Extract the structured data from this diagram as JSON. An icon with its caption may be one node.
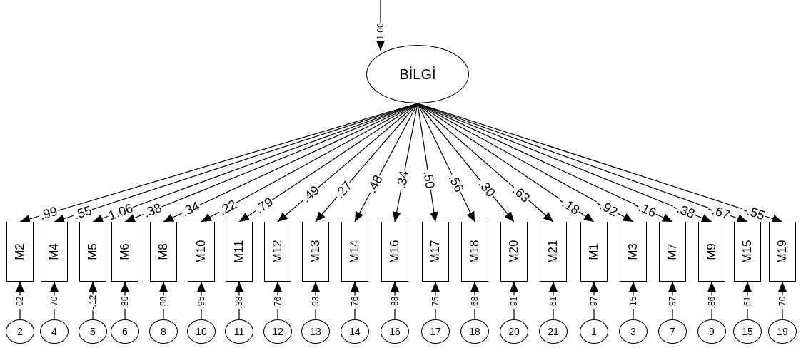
{
  "diagram": {
    "nodes": [
      {
        "text": [
          "BİLGİ"
        ]
      },
      {
        "text": [
          "M2"
        ]
      },
      {
        "text": [
          "M4"
        ]
      },
      {
        "text": [
          "M5"
        ]
      },
      {
        "text": [
          "M6"
        ]
      },
      {
        "text": [
          "M8"
        ]
      },
      {
        "text": [
          "M10"
        ]
      },
      {
        "text": [
          "M11"
        ]
      },
      {
        "text": [
          "M12"
        ]
      },
      {
        "text": [
          "M13"
        ]
      },
      {
        "text": [
          "M14"
        ]
      },
      {
        "text": [
          "M16"
        ]
      },
      {
        "text": [
          "M17"
        ]
      },
      {
        "text": [
          "M18"
        ]
      },
      {
        "text": [
          "M20"
        ]
      },
      {
        "text": [
          "M21"
        ]
      },
      {
        "text": [
          "M1"
        ]
      },
      {
        "text": [
          "M3"
        ]
      },
      {
        "text": [
          "M7"
        ]
      },
      {
        "text": [
          "M9"
        ]
      },
      {
        "text": [
          "M15"
        ]
      },
      {
        "text": [
          "M19"
        ]
      },
      {
        "text": [
          "2"
        ]
      },
      {
        "text": [
          "4"
        ]
      },
      {
        "text": [
          "5"
        ]
      },
      {
        "text": [
          "6"
        ]
      },
      {
        "text": [
          "8"
        ]
      },
      {
        "text": [
          "10"
        ]
      },
      {
        "text": [
          "11"
        ]
      },
      {
        "text": [
          "12"
        ]
      },
      {
        "text": [
          "13"
        ]
      },
      {
        "text": [
          "14"
        ]
      },
      {
        "text": [
          "16"
        ]
      },
      {
        "text": [
          "17"
        ]
      },
      {
        "text": [
          "18"
        ]
      },
      {
        "text": [
          "20"
        ]
      },
      {
        "text": [
          "21"
        ]
      },
      {
        "text": [
          "1"
        ]
      },
      {
        "text": [
          "3"
        ]
      },
      {
        "text": [
          "7"
        ]
      },
      {
        "text": [
          "9"
        ]
      },
      {
        "text": [
          "15"
        ]
      },
      {
        "text": [
          "19"
        ]
      }
    ],
    "edges": [
      {
        "from": null,
        "to": 0,
        "arrow": "to",
        "label": "1.00"
      },
      {
        "from": 0,
        "to": 1,
        "arrow": "to",
        "label": ".99"
      },
      {
        "from": 0,
        "to": 2,
        "arrow": "to",
        "label": ".55"
      },
      {
        "from": 0,
        "to": 3,
        "arrow": "to",
        "label": "1.06"
      },
      {
        "from": 0,
        "to": 4,
        "arrow": "to",
        "label": ".38"
      },
      {
        "from": 0,
        "to": 5,
        "arrow": "to",
        "label": ".34"
      },
      {
        "from": 0,
        "to": 6,
        "arrow": "to",
        "label": ".22"
      },
      {
        "from": 0,
        "to": 7,
        "arrow": "to",
        "label": ".79"
      },
      {
        "from": 0,
        "to": 8,
        "arrow": "to",
        "label": ".49"
      },
      {
        "from": 0,
        "to": 9,
        "arrow": "to",
        "label": ".27"
      },
      {
        "from": 0,
        "to": 10,
        "arrow": "to",
        "label": ".48"
      },
      {
        "from": 0,
        "to": 11,
        "arrow": "to",
        "label": ".34"
      },
      {
        "from": 0,
        "to": 12,
        "arrow": "to",
        "label": ".50"
      },
      {
        "from": 0,
        "to": 13,
        "arrow": "to",
        "label": ".56"
      },
      {
        "from": 0,
        "to": 14,
        "arrow": "to",
        "label": ".30"
      },
      {
        "from": 0,
        "to": 15,
        "arrow": "to",
        "label": ".63"
      },
      {
        "from": 0,
        "to": 16,
        "arrow": "to",
        "label": "-.18"
      },
      {
        "from": 0,
        "to": 17,
        "arrow": "to",
        "label": "-.92"
      },
      {
        "from": 0,
        "to": 18,
        "arrow": "to",
        "label": "-.16"
      },
      {
        "from": 0,
        "to": 19,
        "arrow": "to",
        "label": "-.38"
      },
      {
        "from": 0,
        "to": 20,
        "arrow": "to",
        "label": "-.67"
      },
      {
        "from": 0,
        "to": 21,
        "arrow": "to",
        "label": "-.55"
      },
      {
        "from": 22,
        "to": 1,
        "arrow": "to",
        "label": ".02"
      },
      {
        "from": 23,
        "to": 2,
        "arrow": "to",
        "label": ".70"
      },
      {
        "from": 24,
        "to": 3,
        "arrow": "to",
        "label": "-.12"
      },
      {
        "from": 25,
        "to": 4,
        "arrow": "to",
        "label": ".86"
      },
      {
        "from": 26,
        "to": 5,
        "arrow": "to",
        "label": ".88"
      },
      {
        "from": 27,
        "to": 6,
        "arrow": "to",
        "label": ".95"
      },
      {
        "from": 28,
        "to": 7,
        "arrow": "to",
        "label": ".38"
      },
      {
        "from": 29,
        "to": 8,
        "arrow": "to",
        "label": ".76"
      },
      {
        "from": 30,
        "to": 9,
        "arrow": "to",
        "label": ".93"
      },
      {
        "from": 31,
        "to": 10,
        "arrow": "to",
        "label": ".76"
      },
      {
        "from": 32,
        "to": 11,
        "arrow": "to",
        "label": ".88"
      },
      {
        "from": 33,
        "to": 12,
        "arrow": "to",
        "label": ".75"
      },
      {
        "from": 34,
        "to": 13,
        "arrow": "to",
        "label": ".68"
      },
      {
        "from": 35,
        "to": 14,
        "arrow": "to",
        "label": ".91"
      },
      {
        "from": 36,
        "to": 15,
        "arrow": "to",
        "label": ".61"
      },
      {
        "from": 37,
        "to": 16,
        "arrow": "to",
        "label": ".97"
      },
      {
        "from": 38,
        "to": 17,
        "arrow": "to",
        "label": ".15"
      },
      {
        "from": 39,
        "to": 18,
        "arrow": "to",
        "label": ".97"
      },
      {
        "from": 40,
        "to": 19,
        "arrow": "to",
        "label": ".86"
      },
      {
        "from": 41,
        "to": 20,
        "arrow": "to",
        "label": ".61"
      },
      {
        "from": 42,
        "to": 21,
        "arrow": "to",
        "label": ".70"
      }
    ]
  }
}
